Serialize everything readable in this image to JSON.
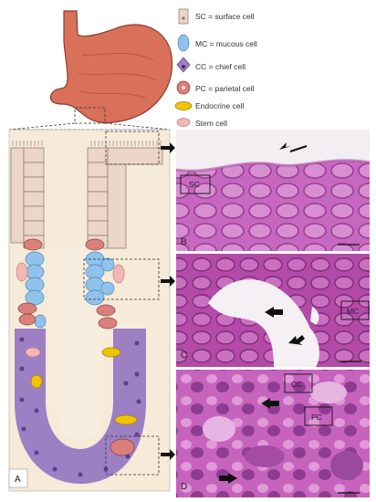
{
  "legend": [
    {
      "key": "sc",
      "text": "SC = surface cell"
    },
    {
      "key": "mc",
      "text": "MC = mucous cell"
    },
    {
      "key": "cc",
      "text": "CC = chief cell"
    },
    {
      "key": "pc",
      "text": "PC = parietal cell"
    },
    {
      "key": "endo",
      "text": "Endocrine cell"
    },
    {
      "key": "stem",
      "text": "Stem  cell"
    }
  ],
  "panels": {
    "a": "A",
    "b": "B",
    "b_box": "SC",
    "c": "C",
    "c_box": "MC",
    "d": "D",
    "d_box1": "CC",
    "d_box2": "PC"
  },
  "colors": {
    "stomach": "#d9705a",
    "surface_cell": "#ecd6c9",
    "mucous_cell": "#8fc3ec",
    "chief_cell": "#9d7fc4",
    "parietal_cell": "#d9807a",
    "endocrine_cell": "#f0c400",
    "stem_cell": "#f3b6b6",
    "he_stain": "#c05fb6"
  }
}
